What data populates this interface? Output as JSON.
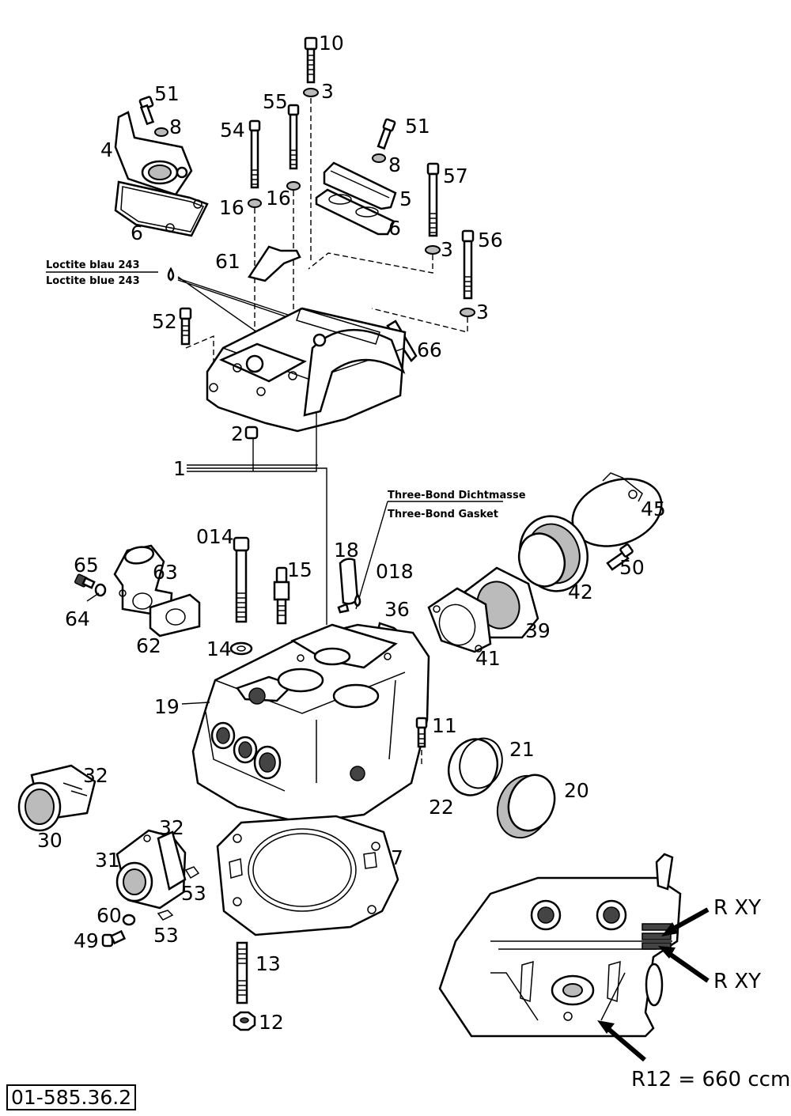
{
  "diagram_ref": "01-585.36.2",
  "notes": {
    "loctite_de": "Loctite blau 243",
    "loctite_en": "Loctite blue 243",
    "threebond_de": "Three-Bond Dichtmasse",
    "threebond_en": "Three-Bond Gasket",
    "rxy_1": "R  XY",
    "rxy_2": "R  XY",
    "r12": "R12 = 660 ccm"
  },
  "labels": {
    "p10": "10",
    "p3a": "3",
    "p51a": "51",
    "p8a": "8",
    "p55": "55",
    "p54": "54",
    "p4": "4",
    "p16a": "16",
    "p16b": "16",
    "p6a": "6",
    "p51b": "51",
    "p8b": "8",
    "p57": "57",
    "p5": "5",
    "p6b": "6",
    "p3b": "3",
    "p56": "56",
    "p61": "61",
    "p3c": "3",
    "p52": "52",
    "p66": "66",
    "p2": "2",
    "p1": "1",
    "p45": "45",
    "p014": "014",
    "p18": "18",
    "p15": "15",
    "p018": "018",
    "p65": "65",
    "p63": "63",
    "p50": "50",
    "p42": "42",
    "p64": "64",
    "p36": "36",
    "p62": "62",
    "p39": "39",
    "p14": "14",
    "p41": "41",
    "p19": "19",
    "p11": "11",
    "p21": "21",
    "p32a": "32",
    "p20": "20",
    "p22": "22",
    "p30": "30",
    "p7": "7",
    "p32b": "32",
    "p31": "31",
    "p53a": "53",
    "p60": "60",
    "p53b": "53",
    "p49": "49",
    "p13": "13",
    "p12": "12"
  }
}
